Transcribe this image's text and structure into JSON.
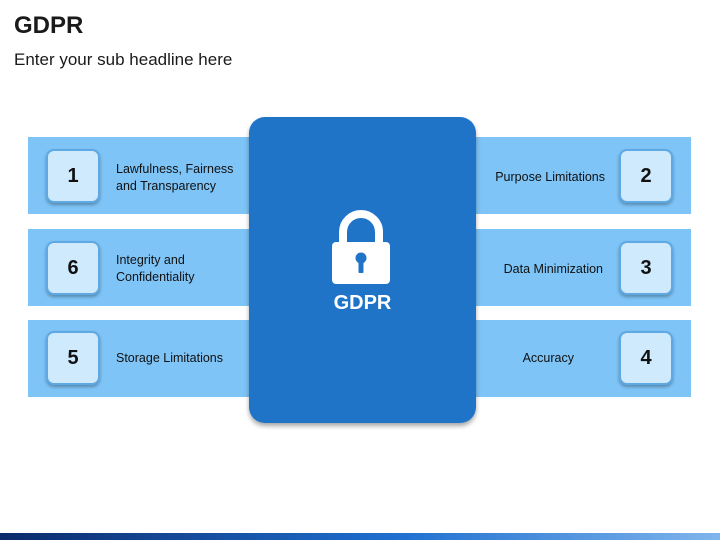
{
  "header": {
    "title": "GDPR",
    "subtitle": "Enter your sub headline here"
  },
  "center": {
    "label": "GDPR",
    "icon": "lock-icon"
  },
  "items": {
    "i1": {
      "number": "1",
      "label_line1": "Lawfulness, Fairness",
      "label_line2": "and Transparency"
    },
    "i2": {
      "number": "2",
      "label_line1": "Purpose Limitations"
    },
    "i3": {
      "number": "3",
      "label_line1": "Data Minimization"
    },
    "i4": {
      "number": "4",
      "label_line1": "Accuracy"
    },
    "i5": {
      "number": "5",
      "label_line1": "Storage Limitations"
    },
    "i6": {
      "number": "6",
      "label_line1": "Integrity and",
      "label_line2": "Confidentiality"
    }
  },
  "colors": {
    "panel": "#1f74c7",
    "arrow": "#7ec4f7",
    "number_box": "#cfe9fd"
  }
}
